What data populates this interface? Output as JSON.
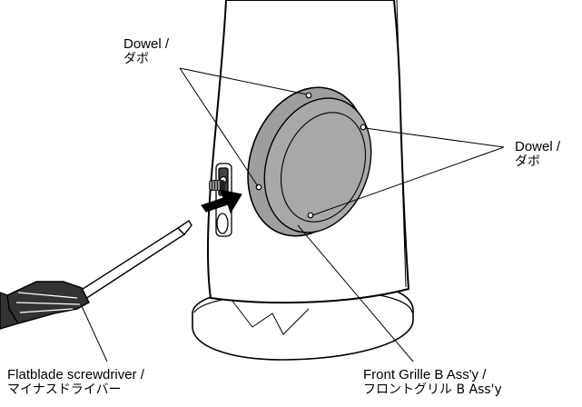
{
  "labels": {
    "dowel_left": {
      "en": "Dowel /",
      "jp": "ダボ"
    },
    "dowel_right": {
      "en": "Dowel /",
      "jp": "ダボ"
    },
    "screwdriver": {
      "en": "Flatblade screwdriver /",
      "jp": "マイナスドライバー"
    },
    "grille": {
      "en": "Front Grille B Ass'y /",
      "jp": "フロントグリル B Ass'y"
    }
  },
  "colors": {
    "line": "#000000",
    "grille_fill": "#a6a6a6",
    "body_fill": "#ffffff",
    "arrow_fill": "#000000"
  }
}
